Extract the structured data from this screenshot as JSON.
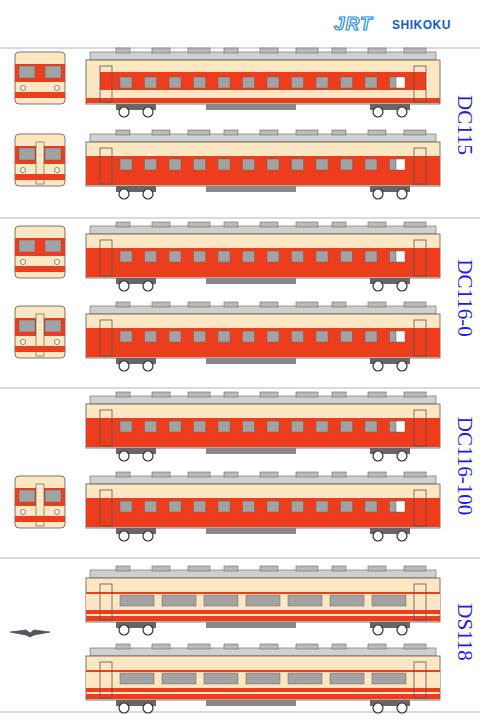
{
  "diagram": {
    "labels": [
      "JRT",
      "SHIKOKU",
      "DC115",
      "DC116-0",
      "DC116-100",
      "DS118"
    ]
  }
}
